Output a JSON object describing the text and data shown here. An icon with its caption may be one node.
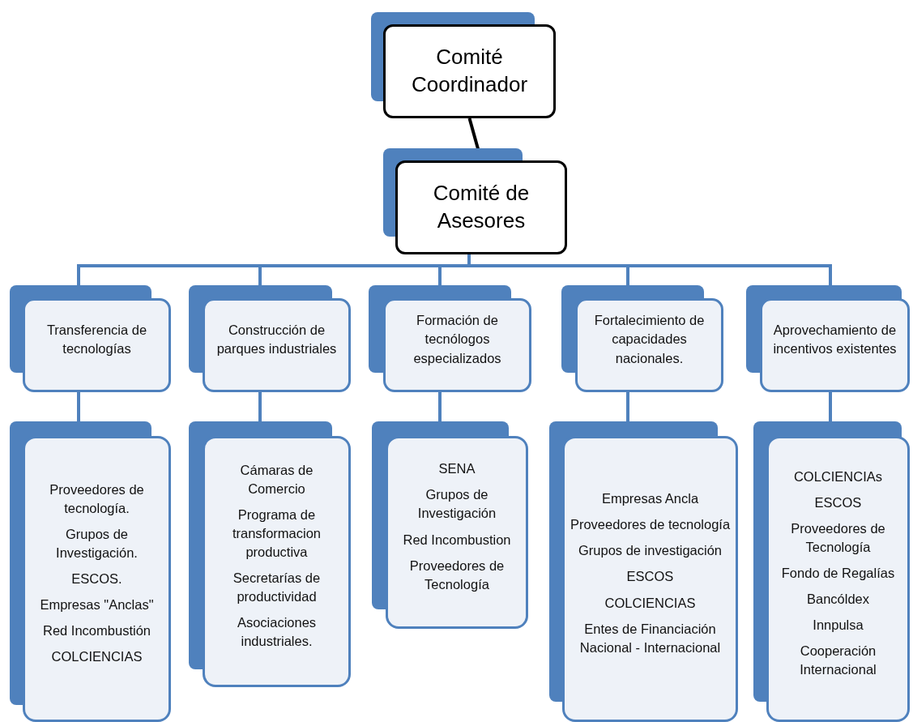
{
  "diagram": {
    "nodes": [
      {
        "text": [
          "Comité Coordinador"
        ]
      },
      {
        "text": [
          "Comité de Asesores"
        ]
      },
      {
        "text": [
          "Transferencia de tecnologías"
        ]
      },
      {
        "text": [
          "Construcción de parques industriales"
        ]
      },
      {
        "text": [
          "Formación de tecnólogos especializados"
        ]
      },
      {
        "text": [
          "Fortalecimiento de capacidades nacionales."
        ]
      },
      {
        "text": [
          "Aprovechamiento de incentivos existentes"
        ]
      },
      {
        "text": [
          "Proveedores de tecnología.",
          "Grupos de Investigación.",
          "ESCOS.",
          "Empresas \"Anclas\"",
          "Red Incombustión",
          "COLCIENCIAS"
        ]
      },
      {
        "text": [
          "Cámaras de Comercio",
          "Programa de transformacion productiva",
          "Secretarías de productividad",
          "Asociaciones industriales."
        ]
      },
      {
        "text": [
          "SENA",
          "Grupos de Investigación",
          "Red Incombustion",
          "Proveedores de Tecnología"
        ]
      },
      {
        "text": [
          "Empresas Ancla",
          "Proveedores de tecnología",
          "Grupos de investigación",
          "ESCOS",
          "COLCIENCIAS",
          "Entes de Financiación Nacional - Internacional"
        ]
      },
      {
        "text": [
          "COLCIENCIAs",
          "ESCOS",
          "Proveedores de Tecnología",
          "Fondo de Regalías",
          "Bancóldex",
          "Innpulsa",
          "Cooperación Internacional"
        ]
      }
    ],
    "edges": [
      {
        "from": 0,
        "to": 1,
        "arrow": "none",
        "color": "#000000"
      },
      {
        "from": 1,
        "to": 2,
        "arrow": "none"
      },
      {
        "from": 1,
        "to": 3,
        "arrow": "none"
      },
      {
        "from": 1,
        "to": 4,
        "arrow": "none"
      },
      {
        "from": 1,
        "to": 5,
        "arrow": "none"
      },
      {
        "from": 1,
        "to": 6,
        "arrow": "none"
      },
      {
        "from": 2,
        "to": 7,
        "arrow": "none"
      },
      {
        "from": 3,
        "to": 8,
        "arrow": "none"
      },
      {
        "from": 4,
        "to": 9,
        "arrow": "none"
      },
      {
        "from": 5,
        "to": 10,
        "arrow": "none"
      },
      {
        "from": 6,
        "to": 11,
        "arrow": "none"
      }
    ]
  }
}
